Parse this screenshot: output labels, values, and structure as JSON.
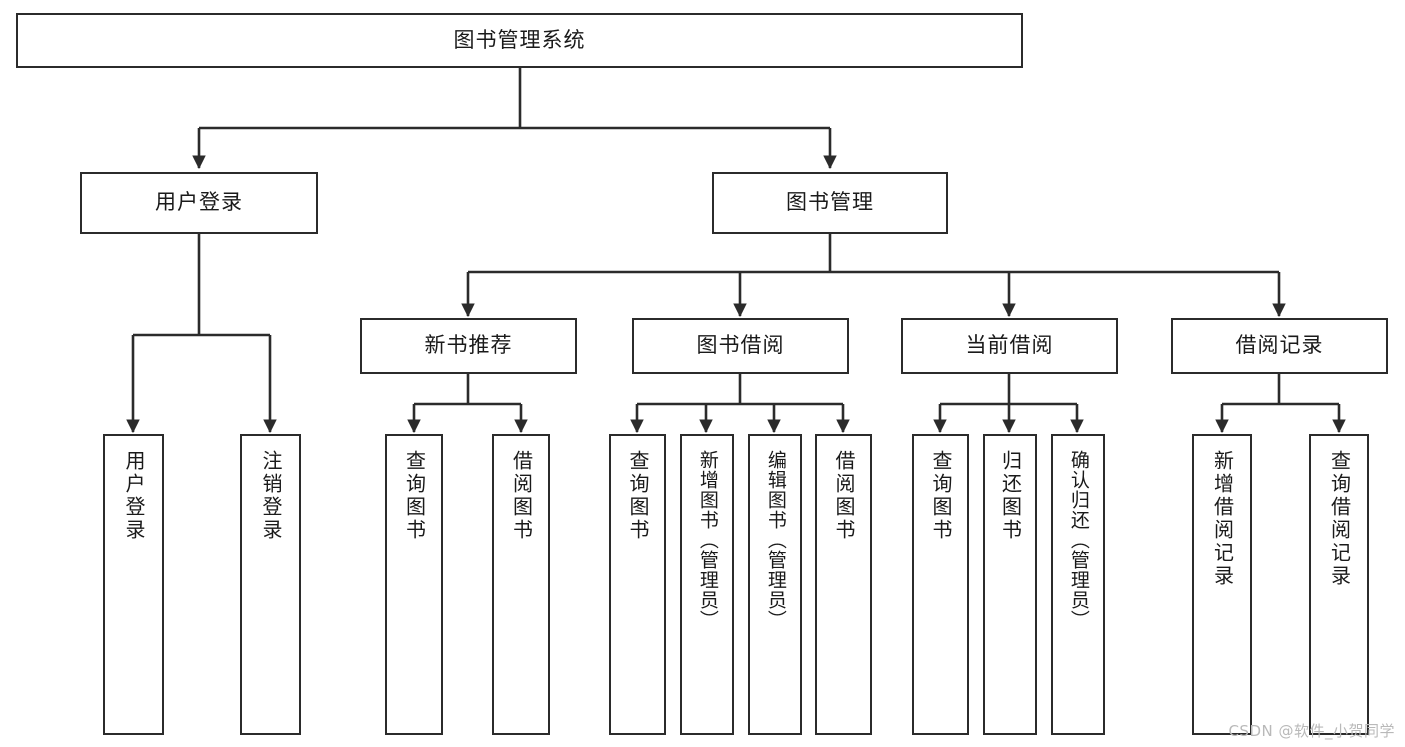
{
  "diagram": {
    "type": "tree-hierarchy",
    "title": "图书管理系统",
    "root": {
      "label": "图书管理系统",
      "orientation": "horizontal"
    },
    "level2": [
      {
        "label": "用户登录",
        "orientation": "horizontal"
      },
      {
        "label": "图书管理",
        "orientation": "horizontal"
      }
    ],
    "level3": [
      {
        "label": "新书推荐",
        "orientation": "horizontal"
      },
      {
        "label": "图书借阅",
        "orientation": "horizontal"
      },
      {
        "label": "当前借阅",
        "orientation": "horizontal"
      },
      {
        "label": "借阅记录",
        "orientation": "horizontal"
      }
    ],
    "leaves": {
      "user_login": [
        {
          "label": "用户登录",
          "orientation": "vertical"
        },
        {
          "label": "注销登录",
          "orientation": "vertical"
        }
      ],
      "new_book_recommend": [
        {
          "label": "查询图书",
          "orientation": "vertical"
        },
        {
          "label": "借阅图书",
          "orientation": "vertical"
        }
      ],
      "book_borrow": [
        {
          "label": "查询图书",
          "orientation": "vertical"
        },
        {
          "label": "新增图书（管理员）",
          "orientation": "vertical"
        },
        {
          "label": "编辑图书（管理员）",
          "orientation": "vertical"
        },
        {
          "label": "借阅图书",
          "orientation": "vertical"
        }
      ],
      "current_borrow": [
        {
          "label": "查询图书",
          "orientation": "vertical"
        },
        {
          "label": "归还图书",
          "orientation": "vertical"
        },
        {
          "label": "确认归还（管理员）",
          "orientation": "vertical"
        }
      ],
      "borrow_record": [
        {
          "label": "新增借阅记录",
          "orientation": "vertical"
        },
        {
          "label": "查询借阅记录",
          "orientation": "vertical"
        }
      ]
    },
    "colors": {
      "background": "#ffffff",
      "box_border": "#2b2b2b",
      "box_fill": "#ffffff",
      "edge": "#2b2b2b",
      "text": "#1a1a1a",
      "watermark": "#b9b9b9"
    }
  },
  "watermark": {
    "text": "CSDN @软件_小贺同学"
  }
}
